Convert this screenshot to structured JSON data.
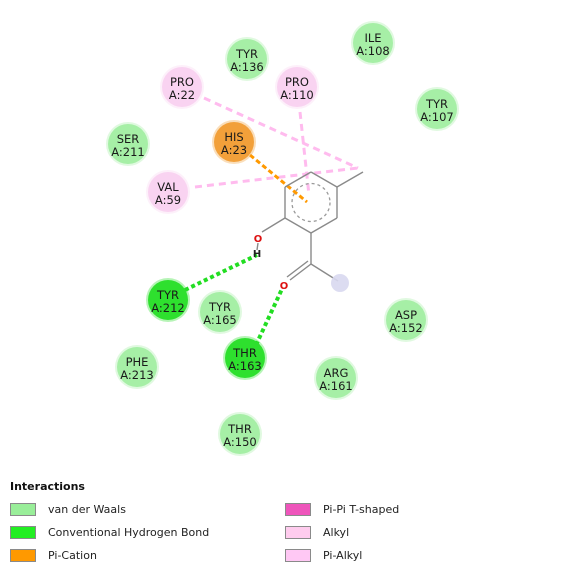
{
  "residues": [
    {
      "name": "ILE",
      "id": "A:108",
      "type": "van der Waals"
    },
    {
      "name": "TYR",
      "id": "A:136",
      "type": "van der Waals"
    },
    {
      "name": "PRO",
      "id": "A:22",
      "type": "Pi-Alkyl"
    },
    {
      "name": "PRO",
      "id": "A:110",
      "type": "Pi-Alkyl"
    },
    {
      "name": "TYR",
      "id": "A:107",
      "type": "van der Waals"
    },
    {
      "name": "SER",
      "id": "A:211",
      "type": "van der Waals"
    },
    {
      "name": "HIS",
      "id": "A:23",
      "type": "Pi-Cation"
    },
    {
      "name": "VAL",
      "id": "A:59",
      "type": "Pi-Alkyl"
    },
    {
      "name": "TYR",
      "id": "A:212",
      "type": "Conventional Hydrogen Bond"
    },
    {
      "name": "TYR",
      "id": "A:165",
      "type": "van der Waals"
    },
    {
      "name": "ASP",
      "id": "A:152",
      "type": "van der Waals"
    },
    {
      "name": "PHE",
      "id": "A:213",
      "type": "van der Waals"
    },
    {
      "name": "THR",
      "id": "A:163",
      "type": "Conventional Hydrogen Bond"
    },
    {
      "name": "ARG",
      "id": "A:161",
      "type": "van der Waals"
    },
    {
      "name": "THR",
      "id": "A:150",
      "type": "van der Waals"
    }
  ],
  "ligand_atoms": [
    {
      "symbol": "O",
      "color": "#dd1111"
    },
    {
      "symbol": "H",
      "color": "#222222"
    },
    {
      "symbol": "O",
      "color": "#dd1111"
    }
  ],
  "legend": {
    "title": "Interactions",
    "items": [
      {
        "label": "van der Waals",
        "color": "#99ee99"
      },
      {
        "label": "Conventional Hydrogen Bond",
        "color": "#22ee22"
      },
      {
        "label": "Pi-Cation",
        "color": "#ff9900"
      },
      {
        "label": "Pi-Pi T-shaped",
        "color": "#ee55bb"
      },
      {
        "label": "Alkyl",
        "color": "#ffccee"
      },
      {
        "label": "Pi-Alkyl",
        "color": "#ffc8f4"
      }
    ]
  },
  "colors": {
    "van der Waals": "#a6efa6",
    "Conventional Hydrogen Bond": "#2ee02e",
    "Pi-Cation": "#f2a03a",
    "Pi-Alkyl": "#f9d3f1",
    "bond": "#8a8a8a",
    "hbond_line": "#22dd22",
    "pication_line": "#ff9900",
    "pialkyl_line": "#ffbbee"
  }
}
